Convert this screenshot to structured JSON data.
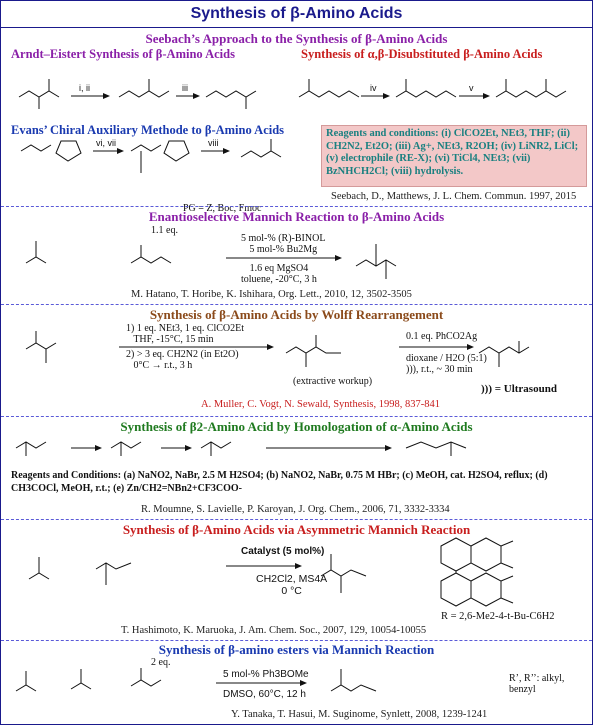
{
  "title": "Synthesis of β-Amino Acids",
  "s1": {
    "title": "Seebach’s Approach to the Synthesis of β-Amino Acids",
    "sub_left": "Arndt–Eistert Synthesis of β-Amino Acids",
    "sub_right": "Synthesis of α,β-Disubstituted β-Amino Acids",
    "sub_evans": "Evans’ Chiral Auxiliary Methode to β-Amino Acids",
    "arrow_labels": [
      "i, ii",
      "iii",
      "iv",
      "v",
      "vi, vii",
      "viii"
    ],
    "pg_note": "PG = Z, Boc, Fmoc",
    "reagents": "Reagents and conditions: (i) ClCO2Et, NEt3, THF; (ii) CH2N2, Et2O; (iii) Ag+, NEt3, R2OH; (iv) LiNR2, LiCl; (v) electrophile (RE-X); (vi) TiCl4, NEt3; (vii) BzNHCH2Cl; (viii) hydrolysis.",
    "citation": "Seebach, D., Matthews, J. L. Chem. Commun. 1997, 2015"
  },
  "s2": {
    "title": "Enantioselective Mannich Reaction to β-Amino Acids",
    "eq": "1.1 eq.",
    "cond_top": "5 mol-% (R)-BINOL\n5 mol-% Bu2Mg",
    "cond_bot": "1.6 eq MgSO4\ntoluene, -20°C, 3 h",
    "citation": "M. Hatano, T. Horibe, K. Ishihara, Org. Lett., 2010, 12, 3502-3505"
  },
  "s3": {
    "title": "Synthesis of β-Amino Acids by Wolff Rearrangement",
    "step1": "1) 1 eq. NEt3, 1 eq. ClCO2Et\n   THF, -15°C, 15 min",
    "step2": "2) > 3 eq. CH2N2 (in Et2O)\n   0°C → r.t., 3 h",
    "workup": "(extractive workup)",
    "cond2": "0.1 eq. PhCO2Ag\n\ndioxane / H2O (5:1)\n))), r.t., ~ 30 min",
    "ultrasound": "))) = Ultrasound",
    "citation": "A. Muller, C. Vogt, N. Sewald, Synthesis, 1998, 837-841"
  },
  "s4": {
    "title": "Synthesis of β2-Amino Acid by Homologation of α-Amino Acids",
    "reagents": "Reagents and Conditions: (a) NaNO2, NaBr, 2.5 M H2SO4; (b) NaNO2, NaBr, 0.75 M HBr; (c) MeOH, cat. H2SO4, reflux; (d) CH3COCl, MeOH, r.t.; (e) Zn/CH2=NBn2+CF3COO-",
    "citation": "R. Moumne, S. Lavielle, P. Karoyan, J. Org. Chem., 2006, 71, 3332-3334"
  },
  "s5": {
    "title": "Synthesis of β-Amino Acids via Asymmetric Mannich Reaction",
    "catalyst": "Catalyst (5 mol%)",
    "cond": "CH2Cl2, MS4A\n0 °C",
    "r_note": "R = 2,6-Me2-4-t-Bu-C6H2",
    "citation": "T. Hashimoto, K. Maruoka, J. Am. Chem. Soc., 2007, 129, 10054-10055"
  },
  "s6": {
    "title": "Synthesis of β-amino esters via Mannich Reaction",
    "eq": "2 eq.",
    "cond_top": "5 mol-% Ph3BOMe",
    "cond_bot": "DMSO, 60°C, 12 h",
    "r_note": "R’, R’’: alkyl, benzyl",
    "citation": "Y. Tanaka, T. Hasui, M. Suginome, Synlett, 2008, 1239-1241"
  }
}
